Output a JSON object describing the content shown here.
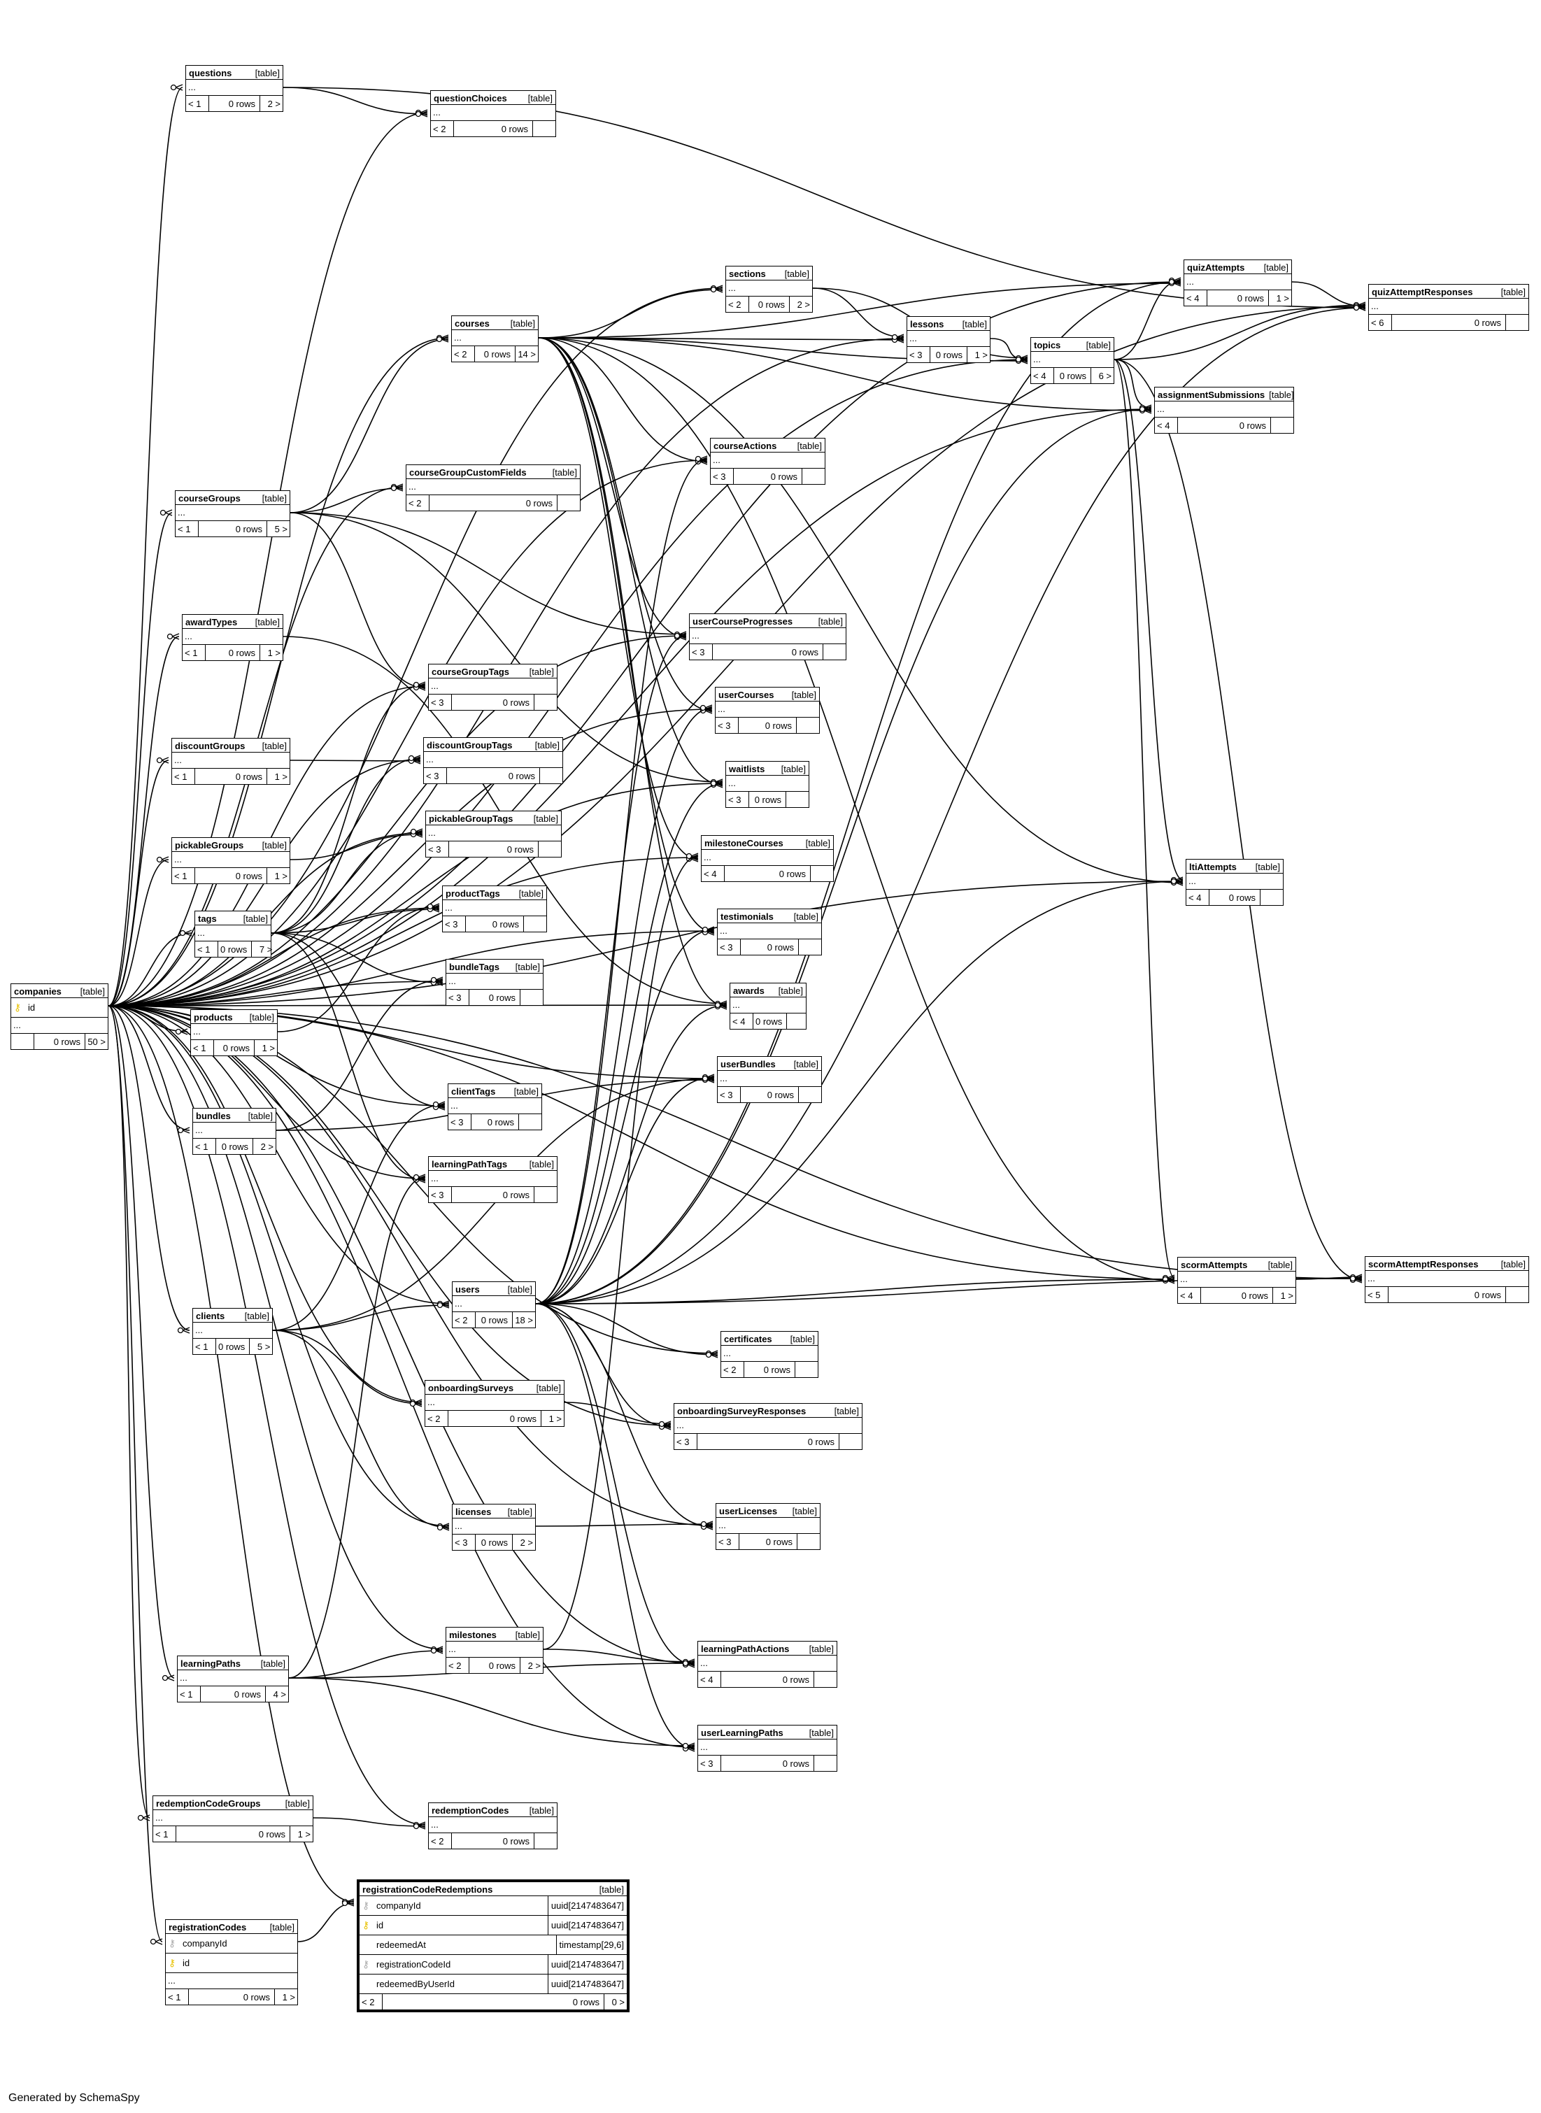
{
  "generated_by": "Generated by SchemaSpy",
  "type_label": "[table]",
  "ellipsis": "...",
  "tables": [
    {
      "id": "companies",
      "name": "companies",
      "columns": [
        {
          "name": "id",
          "key": "pk",
          "type": ""
        }
      ],
      "parents": "",
      "rows": "0 rows",
      "children": "50 >"
    },
    {
      "id": "questions",
      "name": "questions",
      "columns": [],
      "parents": "< 1",
      "rows": "0 rows",
      "children": "2 >"
    },
    {
      "id": "questionChoices",
      "name": "questionChoices",
      "columns": [],
      "parents": "< 2",
      "rows": "0 rows",
      "children": ""
    },
    {
      "id": "sections",
      "name": "sections",
      "columns": [],
      "parents": "< 2",
      "rows": "0 rows",
      "children": "2 >"
    },
    {
      "id": "lessons",
      "name": "lessons",
      "columns": [],
      "parents": "< 3",
      "rows": "0 rows",
      "children": "1 >"
    },
    {
      "id": "topics",
      "name": "topics",
      "columns": [],
      "parents": "< 4",
      "rows": "0 rows",
      "children": "6 >"
    },
    {
      "id": "quizAttempts",
      "name": "quizAttempts",
      "columns": [],
      "parents": "< 4",
      "rows": "0 rows",
      "children": "1 >"
    },
    {
      "id": "quizAttemptResponses",
      "name": "quizAttemptResponses",
      "columns": [],
      "parents": "< 6",
      "rows": "0 rows",
      "children": ""
    },
    {
      "id": "courses",
      "name": "courses",
      "columns": [],
      "parents": "< 2",
      "rows": "0 rows",
      "children": "14 >"
    },
    {
      "id": "assignmentSubmissions",
      "name": "assignmentSubmissions",
      "columns": [],
      "parents": "< 4",
      "rows": "0 rows",
      "children": ""
    },
    {
      "id": "courseGroupCustomFields",
      "name": "courseGroupCustomFields",
      "columns": [],
      "parents": "< 2",
      "rows": "0 rows",
      "children": ""
    },
    {
      "id": "courseActions",
      "name": "courseActions",
      "columns": [],
      "parents": "< 3",
      "rows": "0 rows",
      "children": ""
    },
    {
      "id": "courseGroups",
      "name": "courseGroups",
      "columns": [],
      "parents": "< 1",
      "rows": "0 rows",
      "children": "5 >"
    },
    {
      "id": "awardTypes",
      "name": "awardTypes",
      "columns": [],
      "parents": "< 1",
      "rows": "0 rows",
      "children": "1 >"
    },
    {
      "id": "userCourseProgresses",
      "name": "userCourseProgresses",
      "columns": [],
      "parents": "< 3",
      "rows": "0 rows",
      "children": ""
    },
    {
      "id": "courseGroupTags",
      "name": "courseGroupTags",
      "columns": [],
      "parents": "< 3",
      "rows": "0 rows",
      "children": ""
    },
    {
      "id": "userCourses",
      "name": "userCourses",
      "columns": [],
      "parents": "< 3",
      "rows": "0 rows",
      "children": ""
    },
    {
      "id": "discountGroups",
      "name": "discountGroups",
      "columns": [],
      "parents": "< 1",
      "rows": "0 rows",
      "children": "1 >"
    },
    {
      "id": "discountGroupTags",
      "name": "discountGroupTags",
      "columns": [],
      "parents": "< 3",
      "rows": "0 rows",
      "children": ""
    },
    {
      "id": "waitlists",
      "name": "waitlists",
      "columns": [],
      "parents": "< 3",
      "rows": "0 rows",
      "children": ""
    },
    {
      "id": "pickableGroupTags",
      "name": "pickableGroupTags",
      "columns": [],
      "parents": "< 3",
      "rows": "0 rows",
      "children": ""
    },
    {
      "id": "pickableGroups",
      "name": "pickableGroups",
      "columns": [],
      "parents": "< 1",
      "rows": "0 rows",
      "children": "1 >"
    },
    {
      "id": "milestoneCourses",
      "name": "milestoneCourses",
      "columns": [],
      "parents": "< 4",
      "rows": "0 rows",
      "children": ""
    },
    {
      "id": "ltiAttempts",
      "name": "ltiAttempts",
      "columns": [],
      "parents": "< 4",
      "rows": "0 rows",
      "children": ""
    },
    {
      "id": "productTags",
      "name": "productTags",
      "columns": [],
      "parents": "< 3",
      "rows": "0 rows",
      "children": ""
    },
    {
      "id": "tags",
      "name": "tags",
      "columns": [],
      "parents": "< 1",
      "rows": "0 rows",
      "children": "7 >"
    },
    {
      "id": "testimonials",
      "name": "testimonials",
      "columns": [],
      "parents": "< 3",
      "rows": "0 rows",
      "children": ""
    },
    {
      "id": "bundleTags",
      "name": "bundleTags",
      "columns": [],
      "parents": "< 3",
      "rows": "0 rows",
      "children": ""
    },
    {
      "id": "awards",
      "name": "awards",
      "columns": [],
      "parents": "< 4",
      "rows": "0 rows",
      "children": ""
    },
    {
      "id": "products",
      "name": "products",
      "columns": [],
      "parents": "< 1",
      "rows": "0 rows",
      "children": "1 >"
    },
    {
      "id": "userBundles",
      "name": "userBundles",
      "columns": [],
      "parents": "< 3",
      "rows": "0 rows",
      "children": ""
    },
    {
      "id": "clientTags",
      "name": "clientTags",
      "columns": [],
      "parents": "< 3",
      "rows": "0 rows",
      "children": ""
    },
    {
      "id": "bundles",
      "name": "bundles",
      "columns": [],
      "parents": "< 1",
      "rows": "0 rows",
      "children": "2 >"
    },
    {
      "id": "learningPathTags",
      "name": "learningPathTags",
      "columns": [],
      "parents": "< 3",
      "rows": "0 rows",
      "children": ""
    },
    {
      "id": "scormAttempts",
      "name": "scormAttempts",
      "columns": [],
      "parents": "< 4",
      "rows": "0 rows",
      "children": "1 >"
    },
    {
      "id": "scormAttemptResponses",
      "name": "scormAttemptResponses",
      "columns": [],
      "parents": "< 5",
      "rows": "0 rows",
      "children": ""
    },
    {
      "id": "users",
      "name": "users",
      "columns": [],
      "parents": "< 2",
      "rows": "0 rows",
      "children": "18 >"
    },
    {
      "id": "clients",
      "name": "clients",
      "columns": [],
      "parents": "< 1",
      "rows": "0 rows",
      "children": "5 >"
    },
    {
      "id": "certificates",
      "name": "certificates",
      "columns": [],
      "parents": "< 2",
      "rows": "0 rows",
      "children": ""
    },
    {
      "id": "onboardingSurveys",
      "name": "onboardingSurveys",
      "columns": [],
      "parents": "< 2",
      "rows": "0 rows",
      "children": "1 >"
    },
    {
      "id": "onboardingSurveyResponses",
      "name": "onboardingSurveyResponses",
      "columns": [],
      "parents": "< 3",
      "rows": "0 rows",
      "children": ""
    },
    {
      "id": "licenses",
      "name": "licenses",
      "columns": [],
      "parents": "< 3",
      "rows": "0 rows",
      "children": "2 >"
    },
    {
      "id": "userLicenses",
      "name": "userLicenses",
      "columns": [],
      "parents": "< 3",
      "rows": "0 rows",
      "children": ""
    },
    {
      "id": "milestones",
      "name": "milestones",
      "columns": [],
      "parents": "< 2",
      "rows": "0 rows",
      "children": "2 >"
    },
    {
      "id": "learningPaths",
      "name": "learningPaths",
      "columns": [],
      "parents": "< 1",
      "rows": "0 rows",
      "children": "4 >"
    },
    {
      "id": "learningPathActions",
      "name": "learningPathActions",
      "columns": [],
      "parents": "< 4",
      "rows": "0 rows",
      "children": ""
    },
    {
      "id": "userLearningPaths",
      "name": "userLearningPaths",
      "columns": [],
      "parents": "< 3",
      "rows": "0 rows",
      "children": ""
    },
    {
      "id": "redemptionCodeGroups",
      "name": "redemptionCodeGroups",
      "columns": [],
      "parents": "< 1",
      "rows": "0 rows",
      "children": "1 >"
    },
    {
      "id": "redemptionCodes",
      "name": "redemptionCodes",
      "columns": [],
      "parents": "< 2",
      "rows": "0 rows",
      "children": ""
    },
    {
      "id": "registrationCodeRedemptions",
      "name": "registrationCodeRedemptions",
      "focus": true,
      "columns": [
        {
          "name": "companyId",
          "key": "fk",
          "type": "uuid[2147483647]"
        },
        {
          "name": "id",
          "key": "pk",
          "type": "uuid[2147483647]"
        },
        {
          "name": "redeemedAt",
          "key": "",
          "type": "timestamp[29,6]"
        },
        {
          "name": "registrationCodeId",
          "key": "fk",
          "type": "uuid[2147483647]"
        },
        {
          "name": "redeemedByUserId",
          "key": "",
          "type": "uuid[2147483647]"
        }
      ],
      "noEllipsis": true,
      "parents": "< 2",
      "rows": "0 rows",
      "children": "0 >"
    },
    {
      "id": "registrationCodes",
      "name": "registrationCodes",
      "columns": [
        {
          "name": "companyId",
          "key": "fk",
          "type": ""
        },
        {
          "name": "id",
          "key": "pk",
          "type": ""
        }
      ],
      "parents": "< 1",
      "rows": "0 rows",
      "children": "1 >"
    }
  ],
  "relations": [
    [
      "companies",
      "questions"
    ],
    [
      "companies",
      "questionChoices"
    ],
    [
      "companies",
      "sections"
    ],
    [
      "companies",
      "lessons"
    ],
    [
      "companies",
      "topics"
    ],
    [
      "companies",
      "quizAttempts"
    ],
    [
      "companies",
      "quizAttemptResponses"
    ],
    [
      "companies",
      "courses"
    ],
    [
      "companies",
      "assignmentSubmissions"
    ],
    [
      "companies",
      "courseGroupCustomFields"
    ],
    [
      "companies",
      "courseActions"
    ],
    [
      "companies",
      "courseGroups"
    ],
    [
      "companies",
      "awardTypes"
    ],
    [
      "companies",
      "userCourseProgresses"
    ],
    [
      "companies",
      "courseGroupTags"
    ],
    [
      "companies",
      "userCourses"
    ],
    [
      "companies",
      "discountGroups"
    ],
    [
      "companies",
      "discountGroupTags"
    ],
    [
      "companies",
      "waitlists"
    ],
    [
      "companies",
      "pickableGroupTags"
    ],
    [
      "companies",
      "pickableGroups"
    ],
    [
      "companies",
      "milestoneCourses"
    ],
    [
      "companies",
      "ltiAttempts"
    ],
    [
      "companies",
      "productTags"
    ],
    [
      "companies",
      "tags"
    ],
    [
      "companies",
      "testimonials"
    ],
    [
      "companies",
      "bundleTags"
    ],
    [
      "companies",
      "awards"
    ],
    [
      "companies",
      "products"
    ],
    [
      "companies",
      "userBundles"
    ],
    [
      "companies",
      "clientTags"
    ],
    [
      "companies",
      "bundles"
    ],
    [
      "companies",
      "learningPathTags"
    ],
    [
      "companies",
      "scormAttempts"
    ],
    [
      "companies",
      "scormAttemptResponses"
    ],
    [
      "companies",
      "users"
    ],
    [
      "companies",
      "clients"
    ],
    [
      "companies",
      "certificates"
    ],
    [
      "companies",
      "onboardingSurveys"
    ],
    [
      "companies",
      "onboardingSurveyResponses"
    ],
    [
      "companies",
      "licenses"
    ],
    [
      "companies",
      "userLicenses"
    ],
    [
      "companies",
      "milestones"
    ],
    [
      "companies",
      "learningPaths"
    ],
    [
      "companies",
      "learningPathActions"
    ],
    [
      "companies",
      "userLearningPaths"
    ],
    [
      "companies",
      "redemptionCodeGroups"
    ],
    [
      "companies",
      "redemptionCodes"
    ],
    [
      "companies",
      "registrationCodeRedemptions"
    ],
    [
      "companies",
      "registrationCodes"
    ],
    [
      "questions",
      "questionChoices"
    ],
    [
      "questions",
      "quizAttemptResponses"
    ],
    [
      "courses",
      "sections"
    ],
    [
      "courses",
      "lessons"
    ],
    [
      "courses",
      "topics"
    ],
    [
      "courses",
      "quizAttempts"
    ],
    [
      "courses",
      "assignmentSubmissions"
    ],
    [
      "courses",
      "courseActions"
    ],
    [
      "courses",
      "userCourseProgresses"
    ],
    [
      "courses",
      "userCourses"
    ],
    [
      "courses",
      "waitlists"
    ],
    [
      "courses",
      "milestoneCourses"
    ],
    [
      "courses",
      "testimonials"
    ],
    [
      "courses",
      "awards"
    ],
    [
      "courses",
      "ltiAttempts"
    ],
    [
      "courses",
      "scormAttempts"
    ],
    [
      "sections",
      "lessons"
    ],
    [
      "sections",
      "topics"
    ],
    [
      "lessons",
      "topics"
    ],
    [
      "topics",
      "quizAttempts"
    ],
    [
      "topics",
      "quizAttemptResponses"
    ],
    [
      "topics",
      "assignmentSubmissions"
    ],
    [
      "topics",
      "ltiAttempts"
    ],
    [
      "topics",
      "scormAttempts"
    ],
    [
      "topics",
      "scormAttemptResponses"
    ],
    [
      "quizAttempts",
      "quizAttemptResponses"
    ],
    [
      "scormAttempts",
      "scormAttemptResponses"
    ],
    [
      "courseGroups",
      "courses"
    ],
    [
      "courseGroups",
      "courseGroupCustomFields"
    ],
    [
      "courseGroups",
      "courseGroupTags"
    ],
    [
      "courseGroups",
      "userCourseProgresses"
    ],
    [
      "courseGroups",
      "waitlists"
    ],
    [
      "awardTypes",
      "awards"
    ],
    [
      "discountGroups",
      "discountGroupTags"
    ],
    [
      "pickableGroups",
      "pickableGroupTags"
    ],
    [
      "tags",
      "courseGroupTags"
    ],
    [
      "tags",
      "discountGroupTags"
    ],
    [
      "tags",
      "pickableGroupTags"
    ],
    [
      "tags",
      "productTags"
    ],
    [
      "tags",
      "bundleTags"
    ],
    [
      "tags",
      "clientTags"
    ],
    [
      "tags",
      "learningPathTags"
    ],
    [
      "products",
      "productTags"
    ],
    [
      "bundles",
      "bundleTags"
    ],
    [
      "bundles",
      "userBundles"
    ],
    [
      "users",
      "courseActions"
    ],
    [
      "users",
      "userCourseProgresses"
    ],
    [
      "users",
      "userCourses"
    ],
    [
      "users",
      "waitlists"
    ],
    [
      "users",
      "testimonials"
    ],
    [
      "users",
      "awards"
    ],
    [
      "users",
      "userBundles"
    ],
    [
      "users",
      "quizAttempts"
    ],
    [
      "users",
      "assignmentSubmissions"
    ],
    [
      "users",
      "ltiAttempts"
    ],
    [
      "users",
      "scormAttempts"
    ],
    [
      "users",
      "scormAttemptResponses"
    ],
    [
      "users",
      "certificates"
    ],
    [
      "users",
      "onboardingSurveyResponses"
    ],
    [
      "users",
      "userLicenses"
    ],
    [
      "users",
      "learningPathActions"
    ],
    [
      "users",
      "userLearningPaths"
    ],
    [
      "users",
      "quizAttemptResponses"
    ],
    [
      "clients",
      "users"
    ],
    [
      "clients",
      "clientTags"
    ],
    [
      "clients",
      "onboardingSurveys"
    ],
    [
      "clients",
      "licenses"
    ],
    [
      "clients",
      "userBundles"
    ],
    [
      "onboardingSurveys",
      "onboardingSurveyResponses"
    ],
    [
      "licenses",
      "userLicenses"
    ],
    [
      "milestones",
      "milestoneCourses"
    ],
    [
      "milestones",
      "learningPathActions"
    ],
    [
      "learningPaths",
      "milestones"
    ],
    [
      "learningPaths",
      "learningPathTags"
    ],
    [
      "learningPaths",
      "learningPathActions"
    ],
    [
      "learningPaths",
      "userLearningPaths"
    ],
    [
      "redemptionCodeGroups",
      "redemptionCodes"
    ],
    [
      "registrationCodes",
      "registrationCodeRedemptions"
    ]
  ]
}
